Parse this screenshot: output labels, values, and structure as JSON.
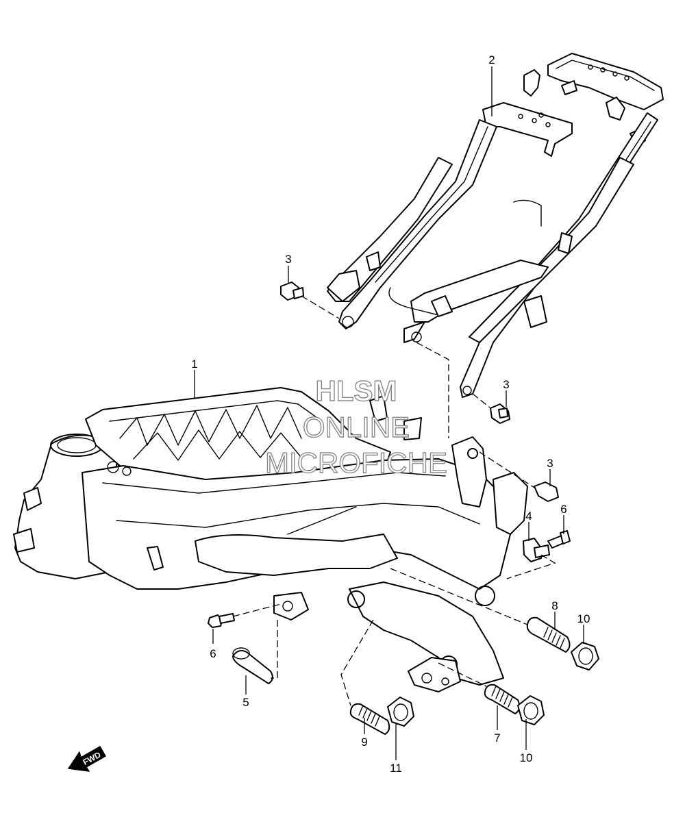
{
  "diagram": {
    "callouts": [
      {
        "id": "c1",
        "label": "1"
      },
      {
        "id": "c2",
        "label": "2"
      },
      {
        "id": "c3a",
        "label": "3"
      },
      {
        "id": "c3b",
        "label": "3"
      },
      {
        "id": "c3c",
        "label": "3"
      },
      {
        "id": "c4",
        "label": "4"
      },
      {
        "id": "c5",
        "label": "5"
      },
      {
        "id": "c6a",
        "label": "6"
      },
      {
        "id": "c6b",
        "label": "6"
      },
      {
        "id": "c7",
        "label": "7"
      },
      {
        "id": "c8",
        "label": "8"
      },
      {
        "id": "c9",
        "label": "9"
      },
      {
        "id": "c10a",
        "label": "10"
      },
      {
        "id": "c10b",
        "label": "10"
      },
      {
        "id": "c11",
        "label": "11"
      }
    ],
    "forward_arrow_label": "FWD"
  },
  "watermark": {
    "line1": "HLSM",
    "line2": "ONLINE",
    "line3": "MICROFICHE"
  }
}
